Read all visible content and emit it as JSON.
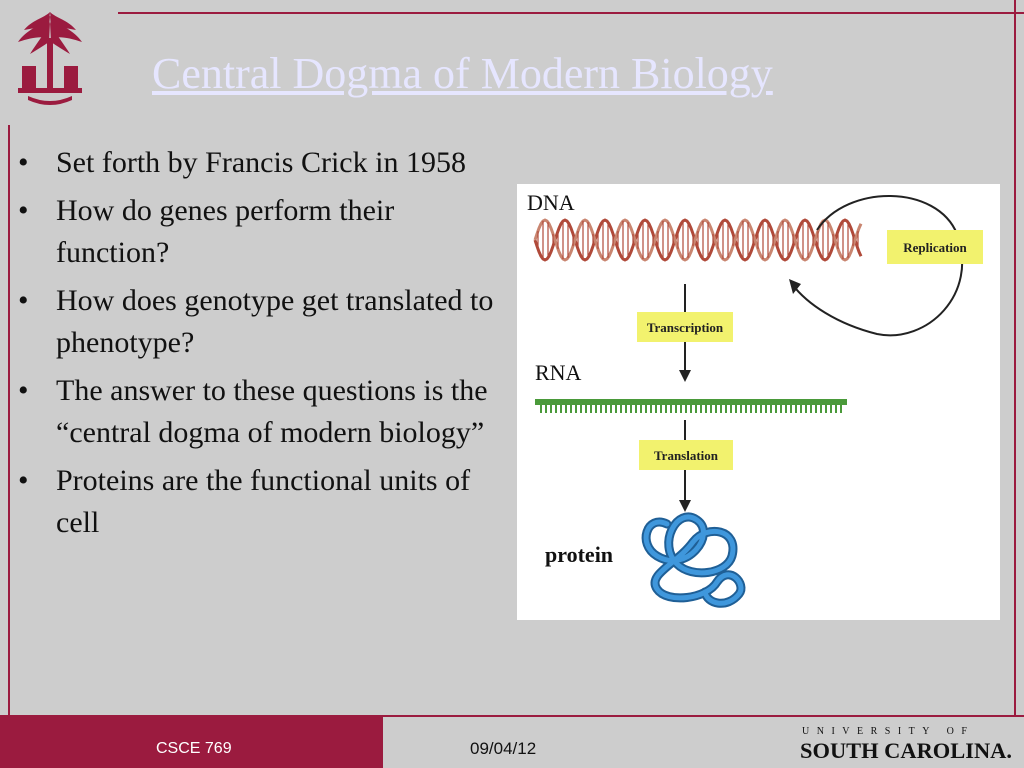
{
  "slide": {
    "title": "Central Dogma of Modern Biology",
    "bullets": [
      "Set forth by Francis Crick in 1958",
      "How do genes perform their function?",
      "How does genotype get translated to phenotype?",
      "The answer to these questions is the “central dogma of modern biology”",
      "Proteins are the functional units of cell"
    ]
  },
  "figure": {
    "dna_label": "DNA",
    "replication_label": "Replication",
    "transcription_label": "Transcription",
    "rna_label": "RNA",
    "translation_label": "Translation",
    "protein_label": "protein"
  },
  "footer": {
    "course": "CSCE 769",
    "date": "09/04/12",
    "university_top": "UNIVERSITY OF",
    "university_name": "SOUTH CAROLINA."
  },
  "colors": {
    "accent": "#9b1b3f",
    "background": "#cdcdcd",
    "title": "#e6e6ff",
    "label_box": "#f2f26e",
    "protein": "#2d7fc1",
    "rna": "#4a9a3a",
    "dna": "#b04a3a"
  }
}
